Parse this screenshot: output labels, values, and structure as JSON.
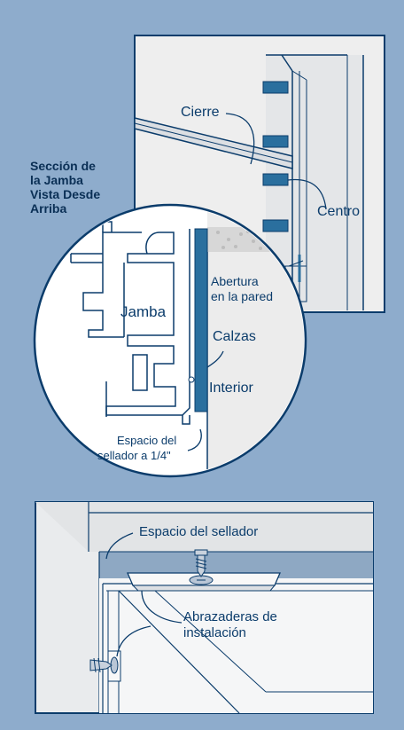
{
  "colors": {
    "background": "#8eaccc",
    "panel_fill": "#eeeeee",
    "line": "#0b3c6b",
    "shim_blue": "#2a6f9e",
    "sealant_gap": "#8ea8c3"
  },
  "top_panel": {
    "labels": {
      "cierre": "Cierre",
      "centro": "Centro"
    }
  },
  "section_title": {
    "line1": "Sección de",
    "line2": "la Jamba",
    "line3": "Vista Desde",
    "line4": "Arriba"
  },
  "circle_detail": {
    "labels": {
      "jamba": "Jamba",
      "abertura_line1": "Abertura",
      "abertura_line2": "en la pared",
      "calzas": "Calzas",
      "interior": "Interior",
      "espacio_line1": "Espacio del",
      "espacio_line2": "sellador a 1/4\""
    }
  },
  "bottom_panel": {
    "labels": {
      "espacio_sellador": "Espacio del sellador",
      "abrazaderas_line1": "Abrazaderas de",
      "abrazaderas_line2": "instalación"
    }
  },
  "icons": [
    "screw-icon",
    "clip-icon"
  ]
}
